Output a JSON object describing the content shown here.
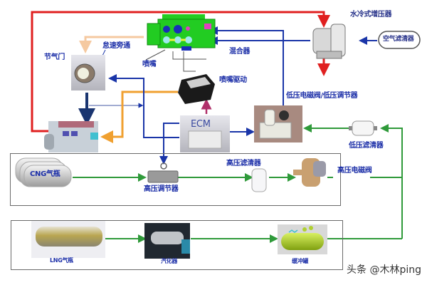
{
  "diagram": {
    "title": "CNG/LNG 发动机燃气供给系统",
    "components": {
      "turbo": {
        "label": "水冷式增压器"
      },
      "air_filter": {
        "label": "空气滤清器"
      },
      "mixer": {
        "label": "混合器"
      },
      "bypass": {
        "label": "怠速旁通"
      },
      "throttle": {
        "label": "节气门"
      },
      "nozzle": {
        "label": "喷嘴"
      },
      "nozzle_driver": {
        "label": "喷嘴驱动"
      },
      "ecm": {
        "label": "ECM"
      },
      "lp_valve": {
        "label": "低压电磁阀/低压调节器"
      },
      "lp_filter": {
        "label": "低压滤清器"
      },
      "cng_bottle": {
        "label": "CNG气瓶"
      },
      "hp_regulator": {
        "label": "高压调节器"
      },
      "hp_filter": {
        "label": "高压滤清器"
      },
      "hp_valve": {
        "label": "高压电磁阀"
      },
      "lng_bottle": {
        "label": "LNG气瓶"
      },
      "vaporizer": {
        "label": "汽化器"
      },
      "buffer_tank": {
        "label": "缓冲罐"
      }
    },
    "colors": {
      "exhaust_line": "#e02020",
      "signal_line": "#1a35a8",
      "gas_line": "#2f9a3a",
      "coolant_line": "#f0a030",
      "bypass_line": "#f5c9a0",
      "ecm_driver_line": "#b0306a",
      "mixer_body": "#22cc22"
    }
  },
  "watermark": "头条 @木林ping"
}
